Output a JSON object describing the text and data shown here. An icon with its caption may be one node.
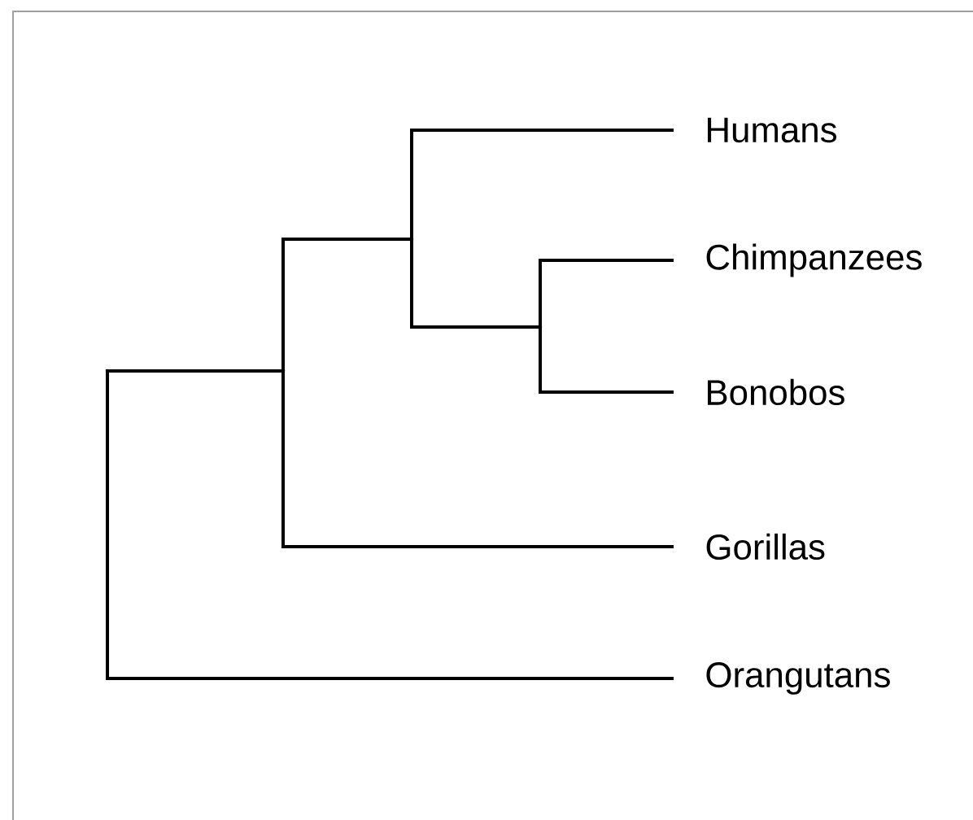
{
  "diagram": {
    "nodes": [
      {
        "text": [
          "Humans"
        ]
      },
      {
        "text": [
          "Chimpanzees"
        ]
      },
      {
        "text": [
          "Bonobos"
        ]
      },
      {
        "text": [
          "Gorillas"
        ]
      },
      {
        "text": [
          "Orangutans"
        ]
      },
      {
        "text": [],
        "shape": "point"
      },
      {
        "text": [],
        "shape": "point"
      },
      {
        "text": [],
        "shape": "point"
      },
      {
        "text": [],
        "shape": "point"
      }
    ],
    "edges": [
      {
        "from": 5,
        "to": 6,
        "arrow": "none"
      },
      {
        "from": 5,
        "to": 4,
        "arrow": "none"
      },
      {
        "from": 6,
        "to": 7,
        "arrow": "none"
      },
      {
        "from": 6,
        "to": 3,
        "arrow": "none"
      },
      {
        "from": 7,
        "to": 0,
        "arrow": "none"
      },
      {
        "from": 7,
        "to": 8,
        "arrow": "none"
      },
      {
        "from": 8,
        "to": 1,
        "arrow": "none"
      },
      {
        "from": 8,
        "to": 2,
        "arrow": "none"
      }
    ]
  }
}
